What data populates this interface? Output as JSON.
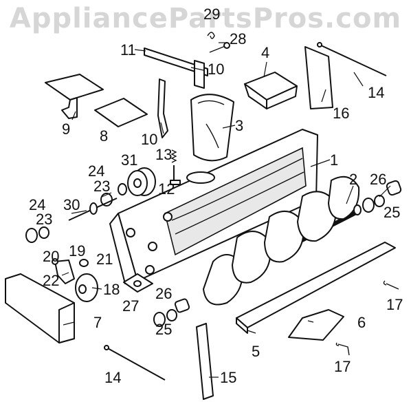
{
  "watermark": "AppliancePartsPros.com",
  "callouts": {
    "p1": "1",
    "p2": "2",
    "p3": "3",
    "p4": "4",
    "p5": "5",
    "p6": "6",
    "p7": "7",
    "p8": "8",
    "p9": "9",
    "p10a": "10",
    "p10b": "10",
    "p11": "11",
    "p12": "12",
    "p13": "13",
    "p14a": "14",
    "p14b": "14",
    "p15": "15",
    "p16": "16",
    "p17a": "17",
    "p17b": "17",
    "p18": "18",
    "p19": "19",
    "p20": "20",
    "p21": "21",
    "p22": "22",
    "p23a": "23",
    "p23b": "23",
    "p24a": "24",
    "p24b": "24",
    "p25a": "25",
    "p25b": "25",
    "p26a": "26",
    "p26b": "26",
    "p27": "27",
    "p28": "28",
    "p29": "29",
    "p30": "30",
    "p31": "31"
  }
}
